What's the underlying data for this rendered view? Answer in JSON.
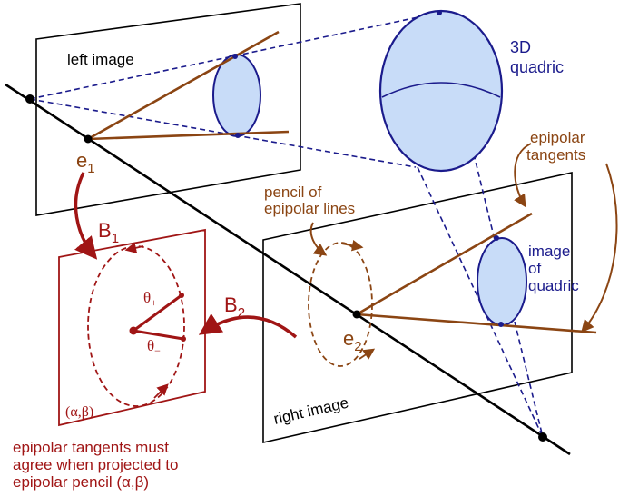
{
  "colors": {
    "frame": "#000000",
    "brown": "#8B4513",
    "darkred": "#A01515",
    "blue": "#1B1B8C",
    "quadric_fill": "#C8DCF8"
  },
  "labels": {
    "left_image": "left image",
    "right_image": "right image",
    "quadric_line1": "3D",
    "quadric_line2": "quadric",
    "epipolar_tangents_line1": "epipolar",
    "epipolar_tangents_line2": "tangents",
    "pencil_line1": "pencil of",
    "pencil_line2": "epipolar lines",
    "image_quadric_line1": "image",
    "image_quadric_line2": "of",
    "image_quadric_line3": "quadric",
    "e1_base": "e",
    "e1_sub": "1",
    "e2_base": "e",
    "e2_sub": "2",
    "b1_base": "B",
    "b1_sub": "1",
    "b2_base": "B",
    "b2_sub": "2",
    "theta_plus_base": "θ",
    "theta_plus_sub": "+",
    "theta_minus_base": "θ",
    "theta_minus_sub": "−",
    "alpha_beta": "(α,β)",
    "caption_line1": "epipolar tangents must",
    "caption_line2": "agree when projected to",
    "caption_line3": "epipolar pencil  (α,β)"
  }
}
